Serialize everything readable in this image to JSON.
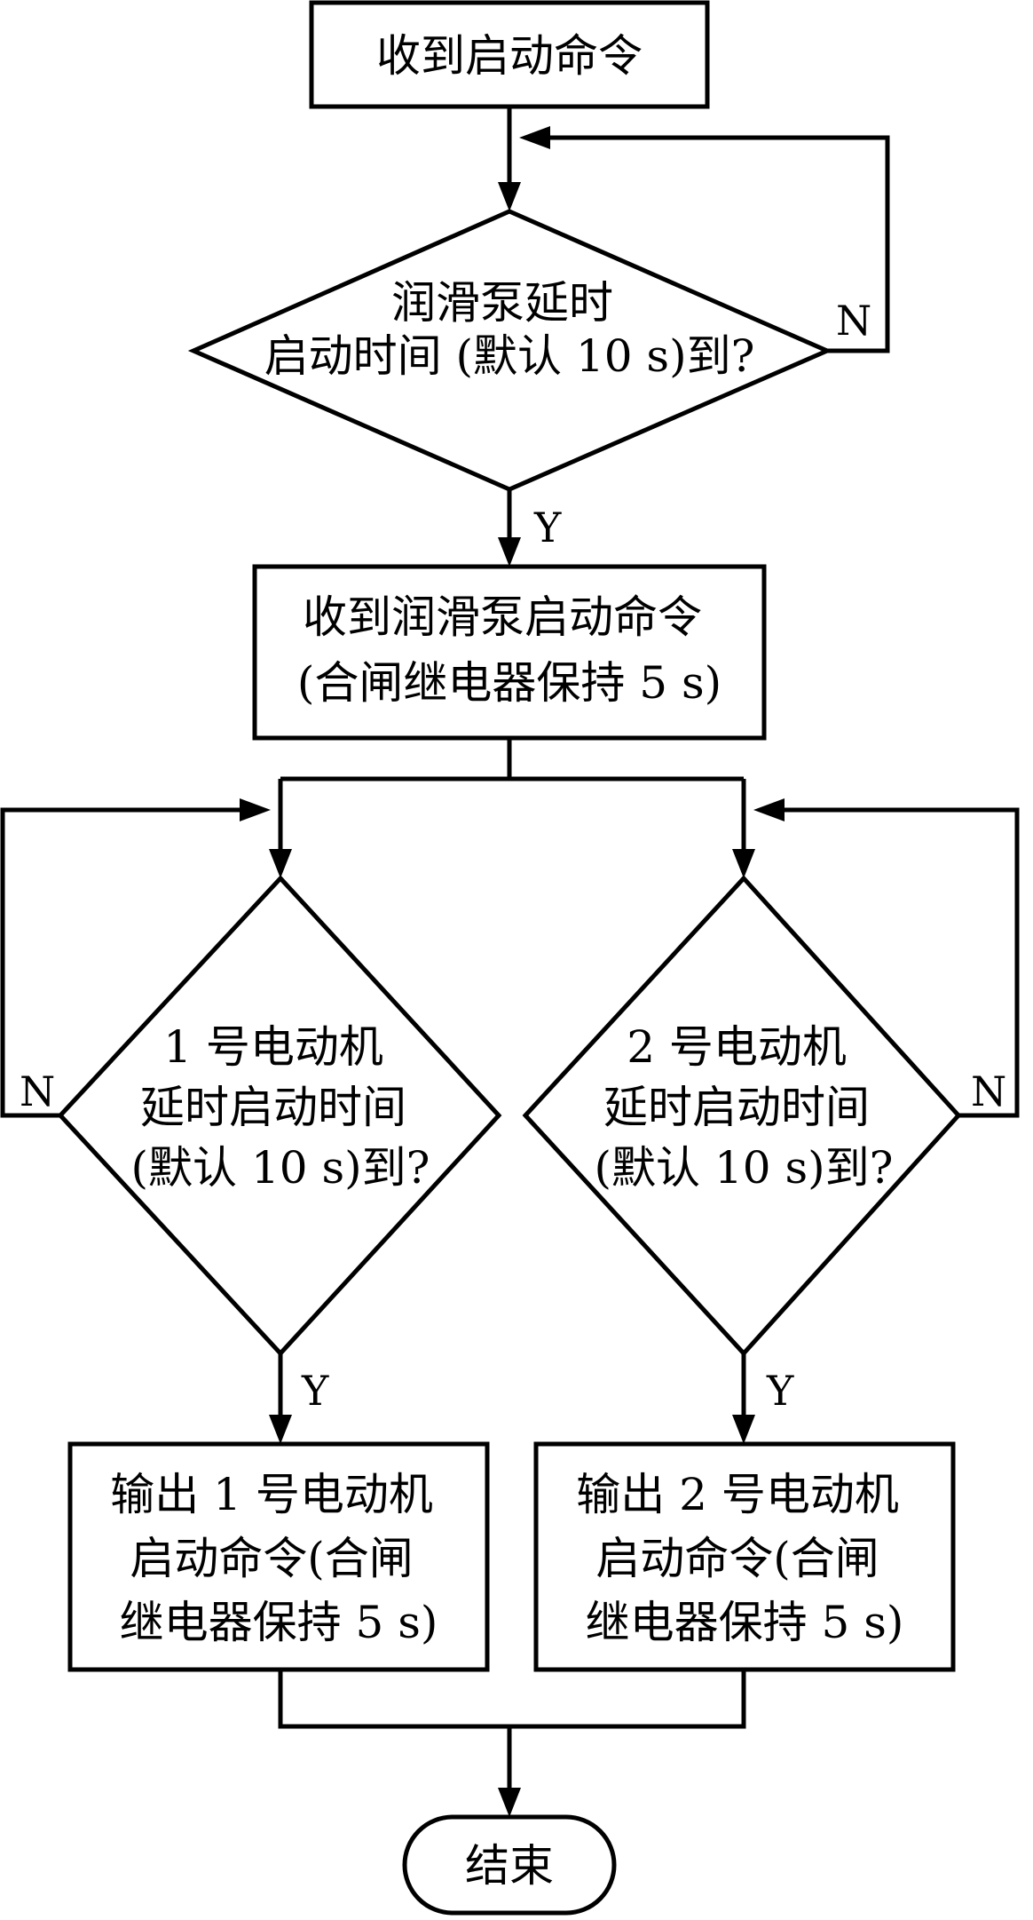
{
  "nodes": {
    "start": {
      "lines": [
        "收到启动命令"
      ]
    },
    "d_pump": {
      "lines": [
        "润滑泵延时",
        "启动时间 (默认 10 s)到?"
      ]
    },
    "pump_cmd": {
      "lines": [
        "收到润滑泵启动命令",
        "(合闸继电器保持 5 s)"
      ]
    },
    "d_motor1": {
      "lines": [
        "1 号电动机",
        "延时启动时间",
        "(默认 10 s)到?"
      ]
    },
    "d_motor2": {
      "lines": [
        "2 号电动机",
        "延时启动时间",
        "(默认 10 s)到?"
      ]
    },
    "out1": {
      "lines": [
        "输出 1 号电动机",
        "启动命令(合闸",
        "继电器保持 5 s)"
      ]
    },
    "out2": {
      "lines": [
        "输出 2 号电动机",
        "启动命令(合闸",
        "继电器保持 5 s)"
      ]
    },
    "end": {
      "lines": [
        "结束"
      ]
    }
  },
  "edge_labels": {
    "pump_no": "N",
    "pump_yes": "Y",
    "m1_no": "N",
    "m1_yes": "Y",
    "m2_no": "N",
    "m2_yes": "Y"
  }
}
